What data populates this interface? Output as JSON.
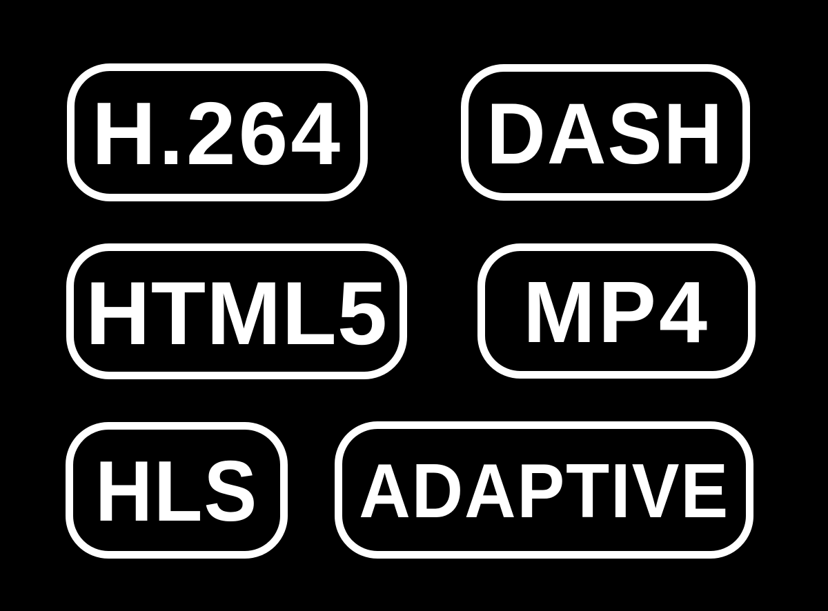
{
  "canvas": {
    "background_color": "#000000",
    "badge_outline_color": "#ffffff",
    "badge_text_color": "#ffffff"
  },
  "badges": [
    {
      "id": "h264",
      "label": "H.264"
    },
    {
      "id": "dash",
      "label": "DASH"
    },
    {
      "id": "html5",
      "label": "HTML5"
    },
    {
      "id": "mp4",
      "label": "MP4"
    },
    {
      "id": "hls",
      "label": "HLS"
    },
    {
      "id": "adaptive",
      "label": "ADAPTIVE"
    }
  ]
}
